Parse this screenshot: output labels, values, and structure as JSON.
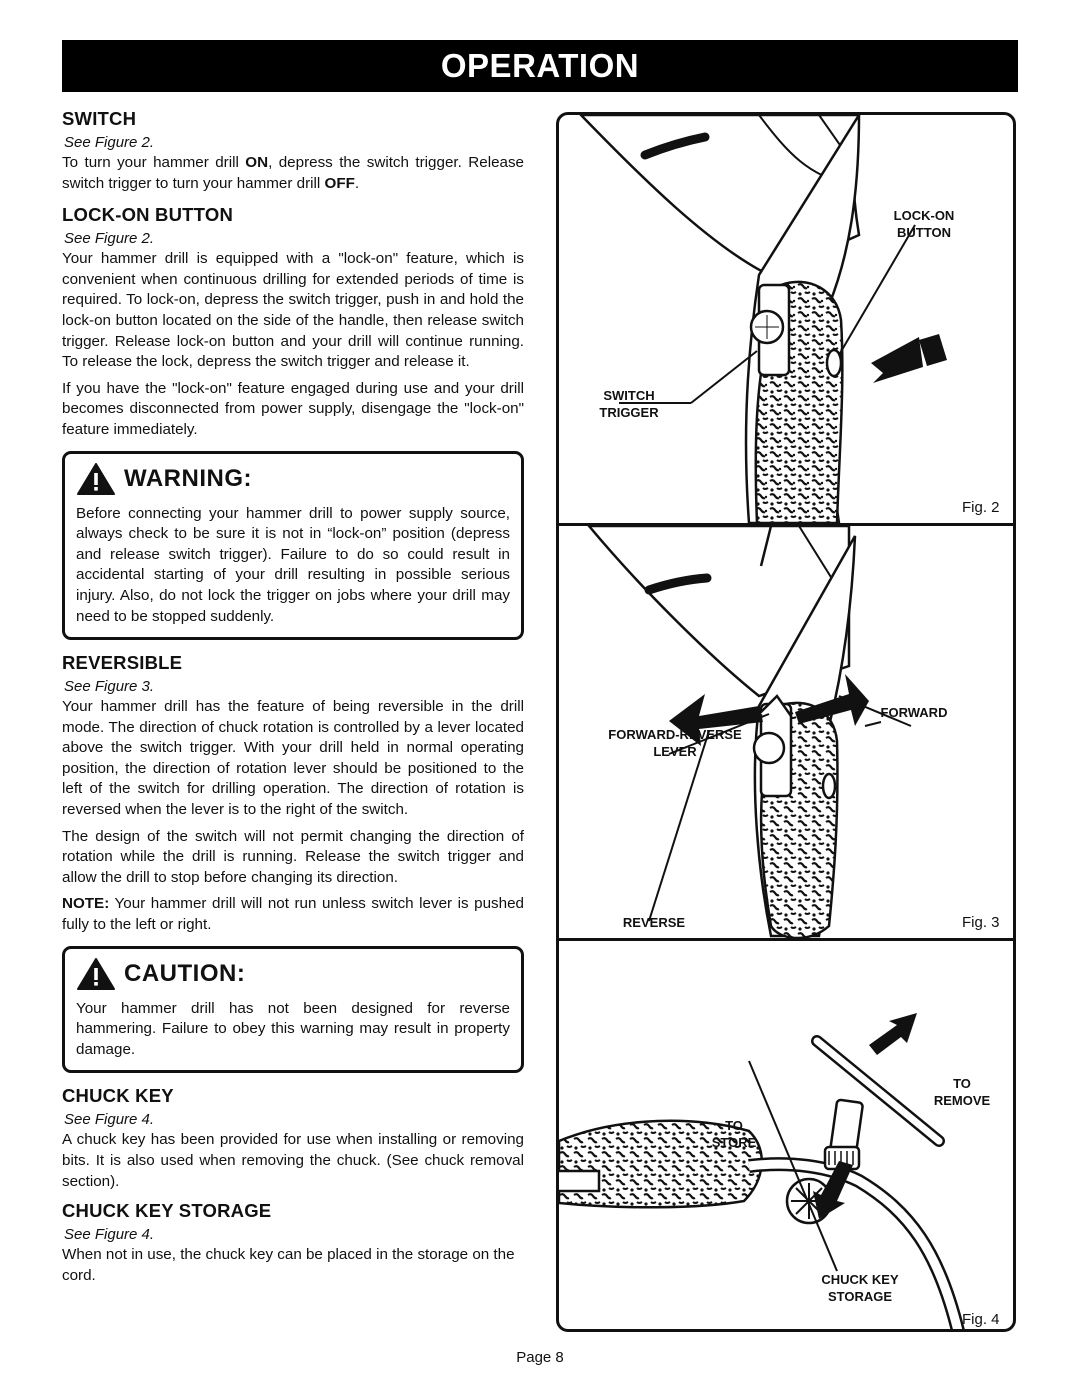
{
  "header": {
    "title": "OPERATION"
  },
  "sections": {
    "switch": {
      "title": "SWITCH",
      "see": "See Figure 2.",
      "p1_a": "To turn your hammer drill ",
      "p1_b": "ON",
      "p1_c": ", depress the switch trigger. Release switch trigger to turn your hammer drill ",
      "p1_d": "OFF",
      "p1_e": "."
    },
    "lockon": {
      "title": "LOCK-ON BUTTON",
      "see": "See Figure 2.",
      "p1": "Your hammer drill is equipped with a \"lock-on\" feature, which is convenient when continuous drilling for extended periods of time is required. To lock-on, depress the switch trigger, push in and hold the lock-on button located on the side of the handle, then release switch trigger. Release lock-on button and your drill will continue running. To release the lock, depress the switch trigger and release it.",
      "p2": "If you have the \"lock-on\" feature engaged during use and your drill becomes disconnected from power supply, disengage the \"lock-on\" feature immediately."
    },
    "warning": {
      "title": "WARNING:",
      "text": "Before connecting your hammer drill to power supply source, always check to be sure it is not in “lock-on” position (depress and release switch trigger). Failure to do so could result in accidental starting of your drill resulting in possible serious injury. Also, do not lock the trigger on jobs where your drill may need to be stopped suddenly."
    },
    "reversible": {
      "title": "REVERSIBLE",
      "see": "See Figure 3.",
      "p1": "Your hammer drill has the feature of being reversible in the drill mode. The direction of chuck rotation is controlled by a lever located above the switch trigger. With your drill held in normal operating position, the direction of rotation lever should be positioned to the left of the switch for drilling operation. The direction of rotation is reversed when the lever is to the right of the switch.",
      "p2": "The design of the switch will not permit changing the direction of rotation while the drill is running. Release the switch trigger and allow the drill to stop before changing its direction.",
      "note_label": "NOTE:",
      "note_text": " Your hammer drill will not run unless switch lever is pushed fully to the left or right."
    },
    "caution": {
      "title": "CAUTION:",
      "text": "Your hammer drill has not been designed for reverse hammering. Failure to obey this warning may result in property damage."
    },
    "chuckkey": {
      "title": "CHUCK KEY",
      "see": "See Figure 4.",
      "p1": "A chuck key has been provided for use when installing or removing bits. It is also used when removing the chuck. (See chuck removal section)."
    },
    "storage": {
      "title": "CHUCK KEY STORAGE",
      "see": "See Figure 4.",
      "p1": "When not in use, the chuck key can be placed in the storage on the cord."
    }
  },
  "figures": {
    "fig2": {
      "caption": "Fig. 2",
      "lockon_l1": "LOCK-ON",
      "lockon_l2": "BUTTON",
      "switch_l1": "SWITCH",
      "switch_l2": "TRIGGER"
    },
    "fig3": {
      "caption": "Fig. 3",
      "forward": "FORWARD",
      "fr_l1": "FORWARD-REVERSE",
      "fr_l2": "LEVER",
      "reverse": "REVERSE"
    },
    "fig4": {
      "caption": "Fig. 4",
      "remove_l1": "TO",
      "remove_l2": "REMOVE",
      "store_l1": "TO",
      "store_l2": "STORE",
      "storage_l1": "CHUCK KEY",
      "storage_l2": "STORAGE"
    }
  },
  "footer": {
    "page": "Page 8"
  }
}
